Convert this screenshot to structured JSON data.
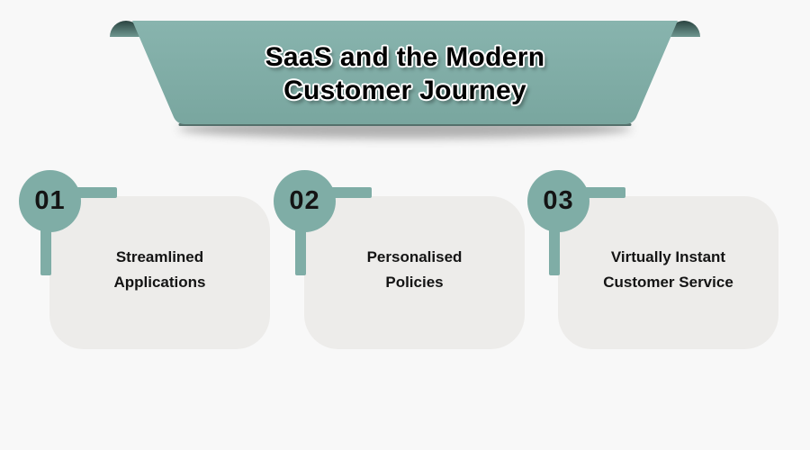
{
  "page": {
    "background_color": "#f8f8f8"
  },
  "banner": {
    "title_line1": "SaaS and the Modern",
    "title_line2": "Customer Journey",
    "ribbon_color_top": "#88b4ae",
    "ribbon_color_bottom": "#79a69f",
    "curl_dark_color": "#2a4340",
    "curl_light_color": "#6f9790",
    "edge_color": "#55706c"
  },
  "cards": [
    {
      "number": "01",
      "title_line1": "Streamlined",
      "title_line2": "Applications"
    },
    {
      "number": "02",
      "title_line1": "Personalised",
      "title_line2": "Policies"
    },
    {
      "number": "03",
      "title_line1": "Virtually Instant",
      "title_line2": "Customer Service"
    }
  ],
  "colors": {
    "accent_teal": "#7fada6",
    "card_background": "#edecea",
    "text_dark": "#141414",
    "title_text": "#000000"
  }
}
